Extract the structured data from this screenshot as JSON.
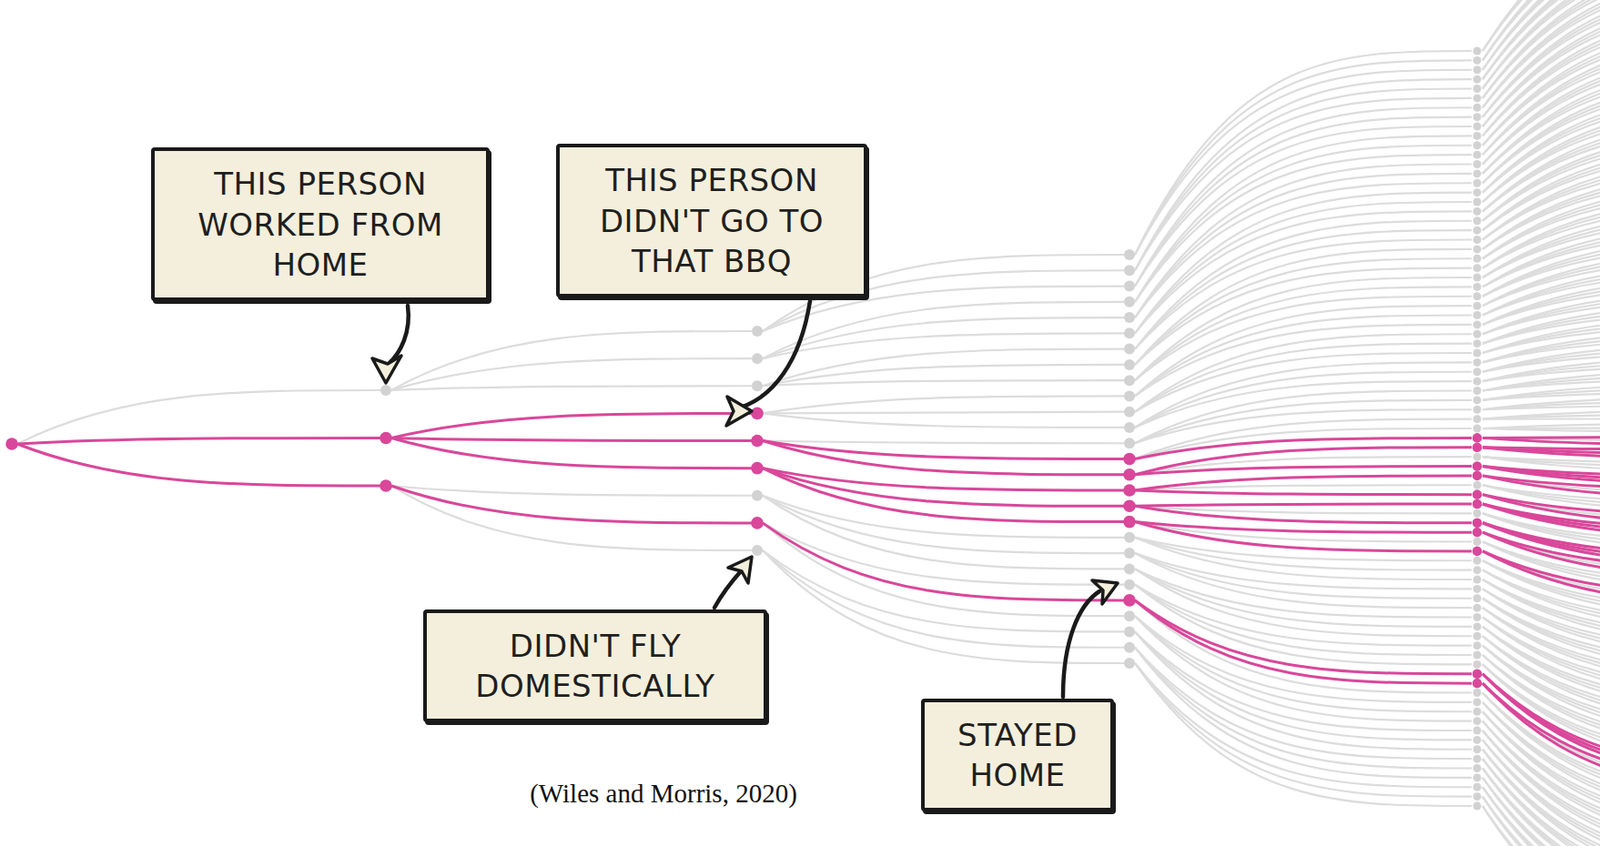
{
  "diagram": {
    "caption": "(Wiles and Morris, 2020)",
    "nodes": [
      {
        "text": [
          "THIS PERSON WORKED FROM HOME"
        ]
      },
      {
        "text": [
          "THIS PERSON DIDN'T GO TO THAT BBQ"
        ]
      },
      {
        "text": [
          "DIDN'T FLY DOMESTICALLY"
        ]
      },
      {
        "text": [
          "STAYED HOME"
        ]
      }
    ]
  }
}
